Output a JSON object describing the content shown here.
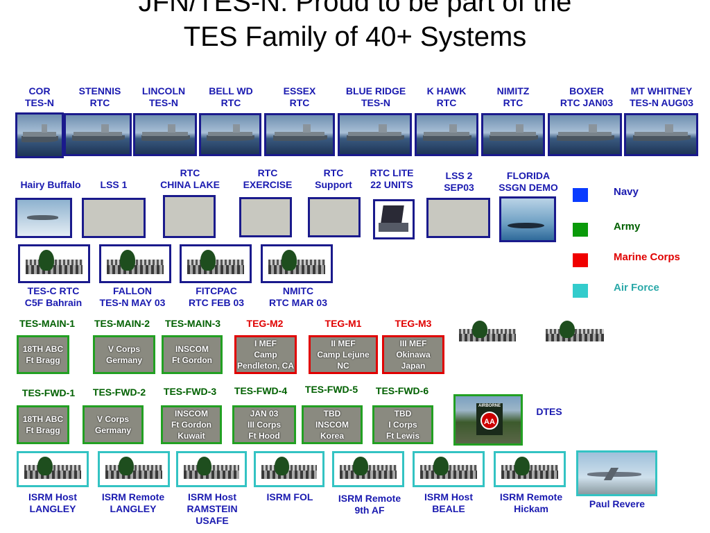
{
  "title": {
    "line1": "JFN/TES-N:  Proud to be part of the",
    "line2": "TES Family of 40+ Systems"
  },
  "ships": [
    {
      "l1": "COR",
      "l2": "TES-N"
    },
    {
      "l1": "STENNIS",
      "l2": "RTC"
    },
    {
      "l1": "LINCOLN",
      "l2": "TES-N"
    },
    {
      "l1": "BELL WD",
      "l2": "RTC"
    },
    {
      "l1": "ESSEX",
      "l2": "RTC"
    },
    {
      "l1": "BLUE RIDGE",
      "l2": "TES-N"
    },
    {
      "l1": "K HAWK",
      "l2": "RTC"
    },
    {
      "l1": "NIMITZ",
      "l2": "RTC"
    },
    {
      "l1": "BOXER",
      "l2": "RTC JAN03"
    },
    {
      "l1": "MT WHITNEY",
      "l2": "TES-N AUG03"
    }
  ],
  "row2": [
    {
      "l1": "",
      "l2": "Hairy Buffalo"
    },
    {
      "l1": "",
      "l2": "LSS 1"
    },
    {
      "l1": "RTC",
      "l2": "CHINA LAKE"
    },
    {
      "l1": "RTC",
      "l2": "EXERCISE"
    },
    {
      "l1": "RTC",
      "l2": "Support"
    },
    {
      "l1": "RTC LITE",
      "l2": "22 UNITS"
    },
    {
      "l1": "LSS 2",
      "l2": "SEP03"
    },
    {
      "l1": "FLORIDA",
      "l2": "SSGN DEMO"
    }
  ],
  "row3": [
    {
      "l1": "TES-C RTC",
      "l2": "C5F Bahrain"
    },
    {
      "l1": "FALLON",
      "l2": "TES-N MAY 03"
    },
    {
      "l1": "FITCPAC",
      "l2": "RTC FEB 03"
    },
    {
      "l1": "NMITC",
      "l2": "RTC MAR 03"
    }
  ],
  "legend": [
    {
      "label": "Navy",
      "color": "#0a3cff",
      "text_color": "#1a1ab0"
    },
    {
      "label": "Army",
      "color": "#0a9a0a",
      "text_color": "#006000"
    },
    {
      "label": "Marine Corps",
      "color": "#f00000",
      "text_color": "#e00000"
    },
    {
      "label": "Air Force",
      "color": "#33cccc",
      "text_color": "#2aa8a8"
    }
  ],
  "main": [
    {
      "name": "TES-MAIN-1",
      "l1": "18TH ABC",
      "l2": "Ft Bragg",
      "l3": ""
    },
    {
      "name": "TES-MAIN-2",
      "l1": "V Corps",
      "l2": "Germany",
      "l3": ""
    },
    {
      "name": "TES-MAIN-3",
      "l1": "INSCOM",
      "l2": "Ft Gordon",
      "l3": ""
    },
    {
      "name": "TEG-M2",
      "l1": "I MEF",
      "l2": "Camp",
      "l3": "Pendleton, CA"
    },
    {
      "name": "TEG-M1",
      "l1": "II MEF",
      "l2": "Camp Lejune",
      "l3": "NC"
    },
    {
      "name": "TEG-M3",
      "l1": "III MEF",
      "l2": "Okinawa",
      "l3": "Japan"
    }
  ],
  "fwd": [
    {
      "name": "TES-FWD-1",
      "l1": "18TH ABC",
      "l2": "Ft Bragg",
      "l3": ""
    },
    {
      "name": "TES-FWD-2",
      "l1": "V Corps",
      "l2": "Germany",
      "l3": ""
    },
    {
      "name": "TES-FWD-3",
      "l1": "INSCOM",
      "l2": "Ft Gordon",
      "l3": "Kuwait"
    },
    {
      "name": "TES-FWD-4",
      "l1": "JAN 03",
      "l2": "III Corps",
      "l3": "Ft Hood"
    },
    {
      "name": "TES-FWD-5",
      "l1": "TBD",
      "l2": "INSCOM",
      "l3": "Korea"
    },
    {
      "name": "TES-FWD-6",
      "l1": "TBD",
      "l2": "I Corps",
      "l3": "Ft Lewis"
    }
  ],
  "dtes": "DTES",
  "airborne": {
    "top": "AIRBORNE",
    "emblem": "AA"
  },
  "af": [
    {
      "l1": "ISRM Host",
      "l2": "LANGLEY",
      "l3": ""
    },
    {
      "l1": "ISRM Remote",
      "l2": "LANGLEY",
      "l3": ""
    },
    {
      "l1": "ISRM Host",
      "l2": "RAMSTEIN",
      "l3": "USAFE"
    },
    {
      "l1": "ISRM FOL",
      "l2": "",
      "l3": ""
    },
    {
      "l1": "ISRM Remote",
      "l2": "9th AF",
      "l3": ""
    },
    {
      "l1": "ISRM Host",
      "l2": "BEALE",
      "l3": ""
    },
    {
      "l1": "ISRM Remote",
      "l2": "Hickam",
      "l3": ""
    },
    {
      "l1": "Paul Revere",
      "l2": "",
      "l3": ""
    }
  ]
}
